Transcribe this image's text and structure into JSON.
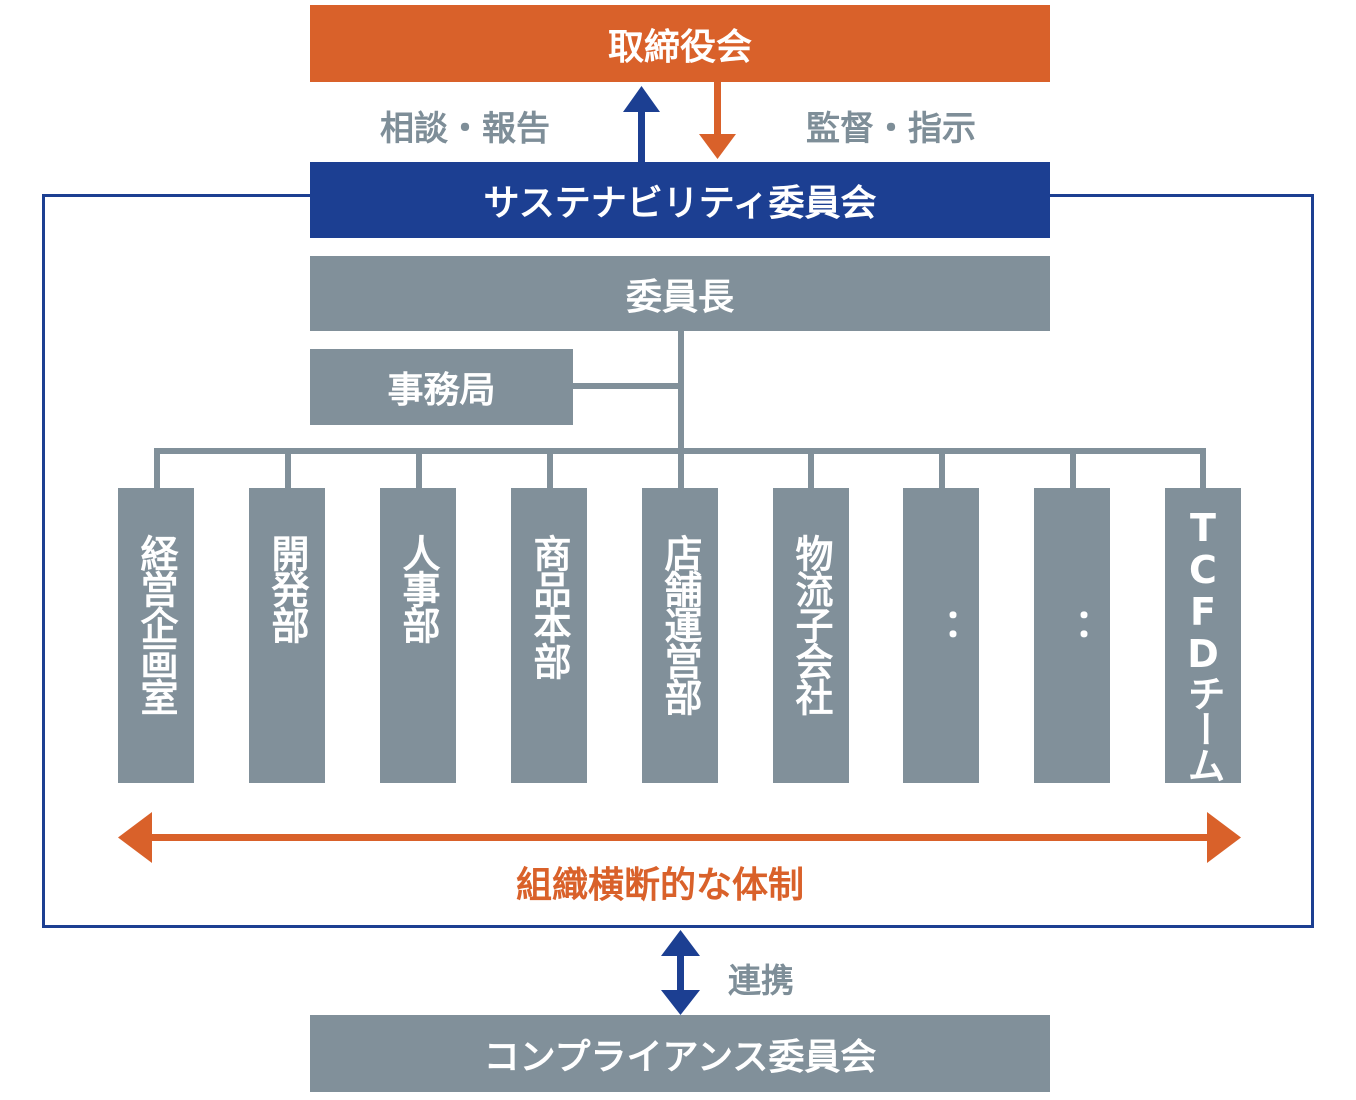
{
  "board": "取締役会",
  "left_label": "相談・報告",
  "right_label": "監督・指示",
  "sustainability_committee": "サステナビリティ委員会",
  "chairperson": "委員長",
  "secretariat": "事務局",
  "departments": [
    "経営企画室",
    "開発部",
    "人事部",
    "商品本部",
    "店舗運営部",
    "物流子会社",
    "：",
    "：",
    "TCFDチーム"
  ],
  "cross_org": "組織横断的な体制",
  "link_label": "連携",
  "compliance_committee": "コンプライアンス委員会",
  "colors": {
    "orange": "#d9612a",
    "navy": "#1c3f92",
    "gray": "#81909a"
  }
}
